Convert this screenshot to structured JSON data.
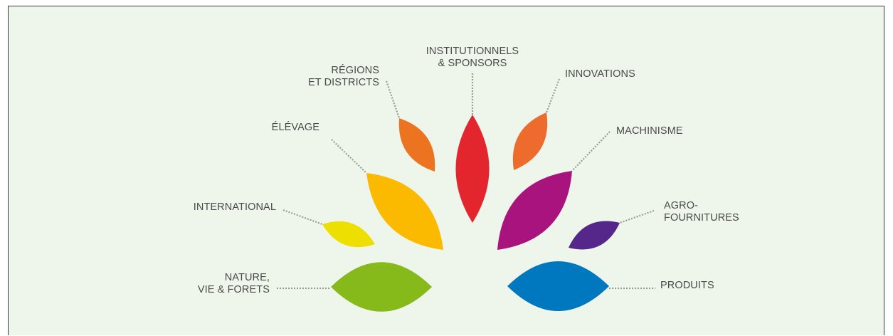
{
  "sectors": [
    {
      "id": "nature",
      "lines": [
        "NATURE,",
        "VIE & FORETS"
      ],
      "color": "#86b91a"
    },
    {
      "id": "international",
      "lines": [
        "INTERNATIONAL"
      ],
      "color": "#ede000"
    },
    {
      "id": "elevage",
      "lines": [
        "ÉLÉVAGE"
      ],
      "color": "#fbba00"
    },
    {
      "id": "regions",
      "lines": [
        "RÉGIONS",
        "ET DISTRICTS"
      ],
      "color": "#ec7320"
    },
    {
      "id": "institutionnels",
      "lines": [
        "INSTITUTIONNELS",
        "& SPONSORS"
      ],
      "color": "#e3262d"
    },
    {
      "id": "innovations",
      "lines": [
        "INNOVATIONS"
      ],
      "color": "#ec6b2d"
    },
    {
      "id": "machinisme",
      "lines": [
        "MACHINISME"
      ],
      "color": "#a8137e"
    },
    {
      "id": "agrofournitures",
      "lines": [
        "AGRO-",
        "FOURNITURES"
      ],
      "color": "#55278b"
    },
    {
      "id": "produits",
      "lines": [
        "PRODUITS"
      ],
      "color": "#0078bf"
    }
  ],
  "colors": {
    "background": "#eef6ec",
    "border": "#3b3b3b",
    "connector": "#9a9a9a",
    "text": "#4a4a4a"
  }
}
